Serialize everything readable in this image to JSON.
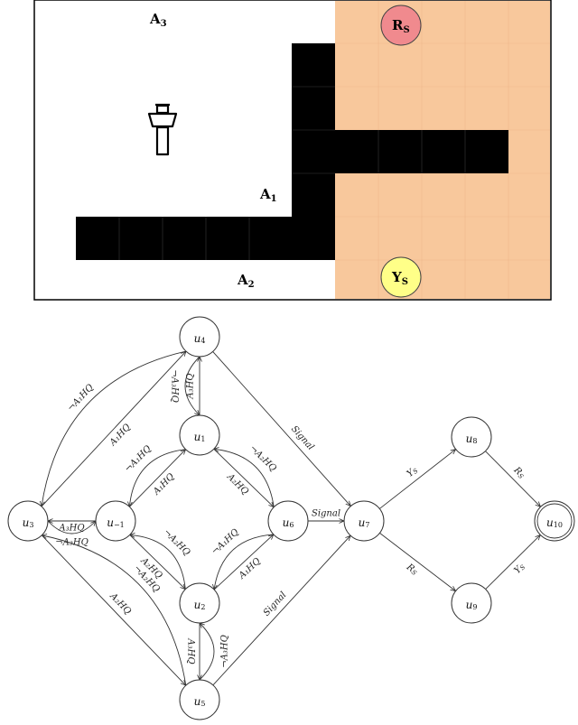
{
  "gridworld": {
    "colors": {
      "background": "#ffffff",
      "region": "#f8c89c",
      "wall": "#000000",
      "red_goal": "#f08a8e",
      "yellow_goal": "#ffff88"
    },
    "area_labels": {
      "a3": {
        "letter": "A",
        "sub": "3"
      },
      "a1": {
        "letter": "A",
        "sub": "1"
      },
      "a2": {
        "letter": "A",
        "sub": "2"
      }
    },
    "goals": {
      "red": {
        "letter": "R",
        "sub": "S"
      },
      "yellow": {
        "letter": "Y",
        "sub": "S"
      }
    },
    "hq_icon": "control-tower-icon"
  },
  "automaton": {
    "nodes": [
      {
        "id": "u4",
        "label": "u",
        "sub": "4"
      },
      {
        "id": "u1",
        "label": "u",
        "sub": "1"
      },
      {
        "id": "u3",
        "label": "u",
        "sub": "3"
      },
      {
        "id": "um1",
        "label": "u",
        "sub": "−1"
      },
      {
        "id": "u6",
        "label": "u",
        "sub": "6"
      },
      {
        "id": "u2",
        "label": "u",
        "sub": "2"
      },
      {
        "id": "u5",
        "label": "u",
        "sub": "5"
      },
      {
        "id": "u7",
        "label": "u",
        "sub": "7"
      },
      {
        "id": "u8",
        "label": "u",
        "sub": "8"
      },
      {
        "id": "u9",
        "label": "u",
        "sub": "9"
      },
      {
        "id": "u10",
        "label": "u",
        "sub": "10",
        "accepting": true
      }
    ],
    "edges": [
      {
        "from": "u1",
        "to": "u4",
        "label": "A₃HQ"
      },
      {
        "from": "u4",
        "to": "u1",
        "label": "¬A₃HQ"
      },
      {
        "from": "u3",
        "to": "u4",
        "label": "A₁HQ"
      },
      {
        "from": "u4",
        "to": "u3",
        "label": "¬A₁HQ"
      },
      {
        "from": "um1",
        "to": "u1",
        "label": "A₁HQ"
      },
      {
        "from": "u1",
        "to": "um1",
        "label": "¬A₁HQ"
      },
      {
        "from": "u1",
        "to": "u6",
        "label": "A₂HQ"
      },
      {
        "from": "u6",
        "to": "u1",
        "label": "¬A₂HQ"
      },
      {
        "from": "um1",
        "to": "u3",
        "label": "A₃HQ"
      },
      {
        "from": "u3",
        "to": "um1",
        "label": "¬A₃HQ"
      },
      {
        "from": "um1",
        "to": "u2",
        "label": "A₂HQ"
      },
      {
        "from": "u2",
        "to": "um1",
        "label": "¬A₂HQ"
      },
      {
        "from": "u2",
        "to": "u6",
        "label": "A₁HQ"
      },
      {
        "from": "u6",
        "to": "u2",
        "label": "¬A₁HQ"
      },
      {
        "from": "u3",
        "to": "u5",
        "label": "A₂HQ"
      },
      {
        "from": "u5",
        "to": "u3",
        "label": "¬A₂HQ"
      },
      {
        "from": "u2",
        "to": "u5",
        "label": "A₃HQ"
      },
      {
        "from": "u5",
        "to": "u2",
        "label": "¬A₃HQ"
      },
      {
        "from": "u4",
        "to": "u7",
        "label": "Signal"
      },
      {
        "from": "u6",
        "to": "u7",
        "label": "Signal"
      },
      {
        "from": "u5",
        "to": "u7",
        "label": "Signal"
      },
      {
        "from": "u7",
        "to": "u8",
        "label": "Y_S"
      },
      {
        "from": "u7",
        "to": "u9",
        "label": "R_S"
      },
      {
        "from": "u8",
        "to": "u10",
        "label": "R_S"
      },
      {
        "from": "u9",
        "to": "u10",
        "label": "Y_S"
      }
    ]
  }
}
